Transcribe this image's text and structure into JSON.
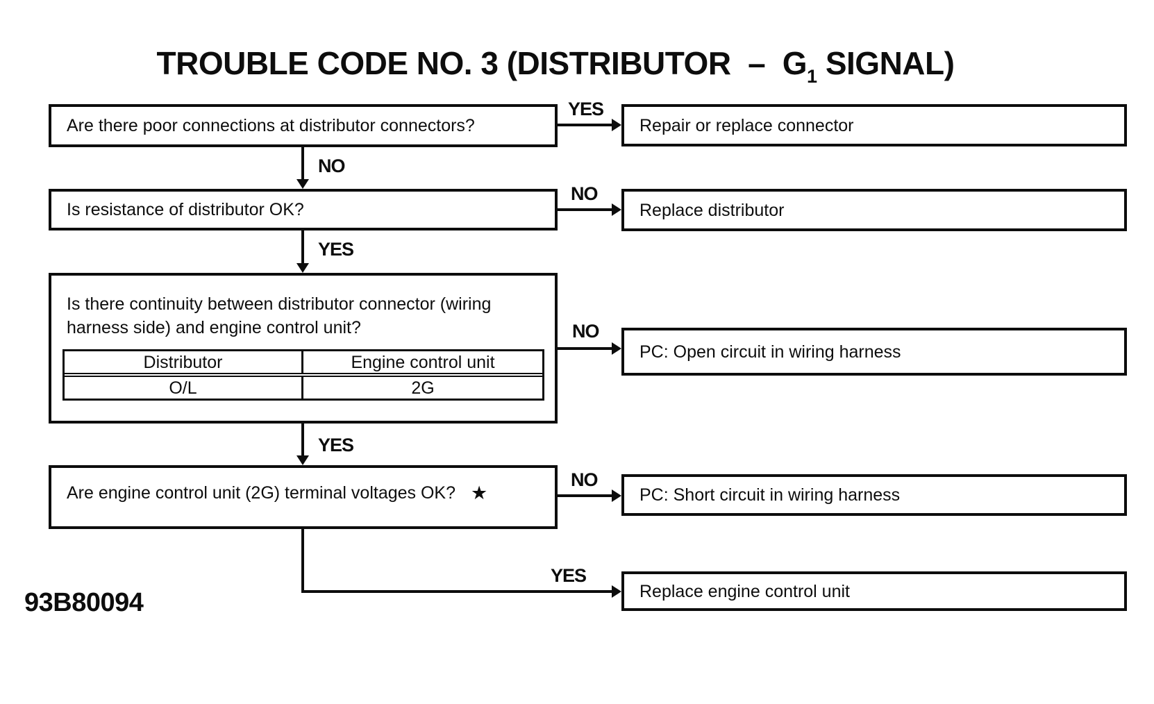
{
  "colors": {
    "ink": "#0d0d0d",
    "paper": "#ffffff"
  },
  "title": {
    "prefix": "TROUBLE CODE NO. 3 (DISTRIBUTOR  –  G",
    "subscript": "1",
    "suffix": " SIGNAL)"
  },
  "questions": {
    "q1": {
      "text": "Are there poor connections at distributor connectors?"
    },
    "q2": {
      "text": "Is resistance of distributor OK?"
    },
    "q3": {
      "line1": "Is there continuity between distributor connector (wiring",
      "line2": "harness side) and engine control unit?",
      "table": {
        "headers": [
          "Distributor",
          "Engine control unit"
        ],
        "rows": [
          [
            "O/L",
            "2G"
          ]
        ]
      }
    },
    "q4": {
      "text": "Are engine control unit (2G) terminal voltages OK?",
      "star": "★"
    }
  },
  "actions": {
    "r1": "Repair or replace connector",
    "r2": "Replace distributor",
    "r3": "PC: Open circuit in wiring harness",
    "r4": "PC: Short circuit in wiring harness",
    "r5": "Replace engine control unit"
  },
  "edge_labels": {
    "q1_yes": "YES",
    "q1_no": "NO",
    "q2_no": "NO",
    "q2_yes": "YES",
    "q3_no": "NO",
    "q3_yes": "YES",
    "q4_no": "NO",
    "q4_yes": "YES"
  },
  "footer": {
    "figure_code": "93B80094"
  }
}
